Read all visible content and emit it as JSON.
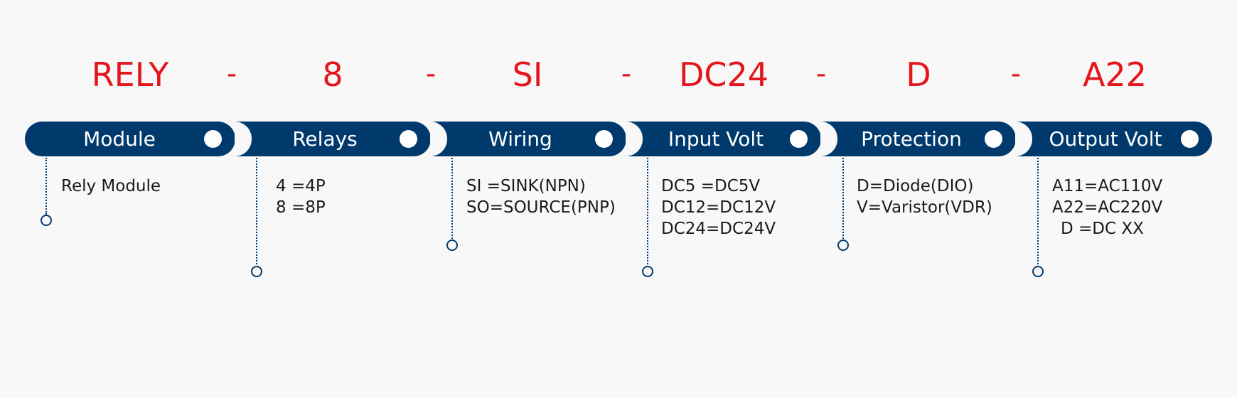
{
  "code_parts": [
    "RELY",
    "8",
    "SI",
    "DC24",
    "D",
    "A22"
  ],
  "separator": "-",
  "segments": [
    {
      "label": "Module",
      "lines": [
        "Rely Module"
      ]
    },
    {
      "label": "Relays",
      "lines": [
        "4 =4P",
        "8 =8P"
      ]
    },
    {
      "label": "Wiring",
      "lines": [
        "SI =SINK(NPN)",
        "SO=SOURCE(PNP)"
      ]
    },
    {
      "label": "Input Volt",
      "lines": [
        "DC5 =DC5V",
        "DC12=DC12V",
        "DC24=DC24V"
      ]
    },
    {
      "label": "Protection",
      "lines": [
        "D=Diode(DIO)",
        "V=Varistor(VDR)"
      ]
    },
    {
      "label": "Output Volt",
      "lines": [
        "A11=AC110V",
        "A22=AC220V",
        "D =DC XX"
      ]
    }
  ],
  "colors": {
    "code_text": "#e5161b",
    "pill_fill": "#003a6c",
    "pill_text": "#ffffff",
    "background": "#f8f8f9"
  }
}
